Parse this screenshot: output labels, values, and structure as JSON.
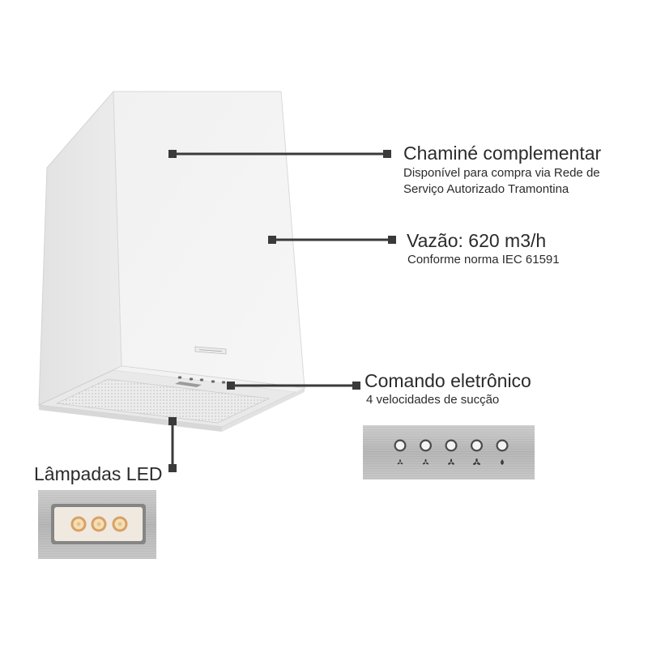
{
  "features": {
    "chimney": {
      "title": "Chaminé complementar",
      "line1": "Disponível para compra via Rede de",
      "line2": "Serviço Autorizado Tramontina"
    },
    "airflow": {
      "title": "Vazão: 620 m3/h",
      "line1": "Conforme norma IEC 61591"
    },
    "control": {
      "title": "Comando eletrônico",
      "line1": "4 velocidades de sucção"
    },
    "leds": {
      "title": "Lâmpadas LED"
    }
  },
  "control_panel": {
    "buttons": [
      {
        "icon": "fan-speed-1-icon"
      },
      {
        "icon": "fan-speed-2-icon"
      },
      {
        "icon": "fan-speed-3-icon"
      },
      {
        "icon": "fan-turbo-icon"
      },
      {
        "icon": "light-icon"
      }
    ]
  },
  "colors": {
    "marker": "#3a3a3a",
    "text": "#2b2b2b",
    "hood": "#f3f3f3",
    "steel": "#b8b8b8",
    "led_ring": "#d8a066"
  }
}
